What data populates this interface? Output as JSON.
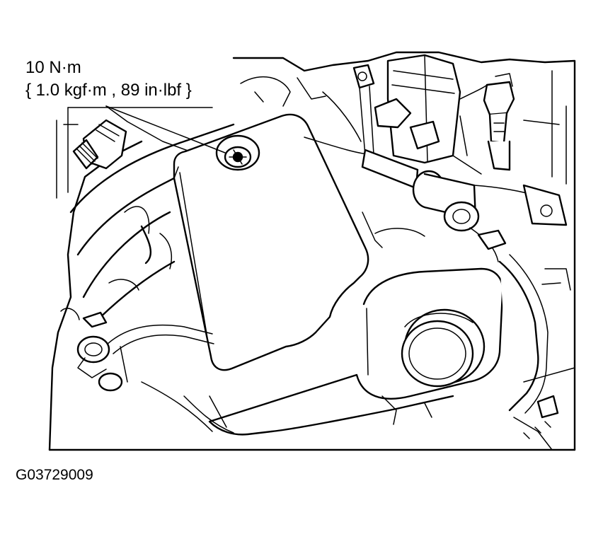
{
  "torque_spec": {
    "primary": "10 N·m",
    "secondary": "{ 1.0 kgf·m , 89 in·lbf }"
  },
  "figure_id": "G03729009",
  "colors": {
    "line": "#000000",
    "background": "#ffffff"
  }
}
